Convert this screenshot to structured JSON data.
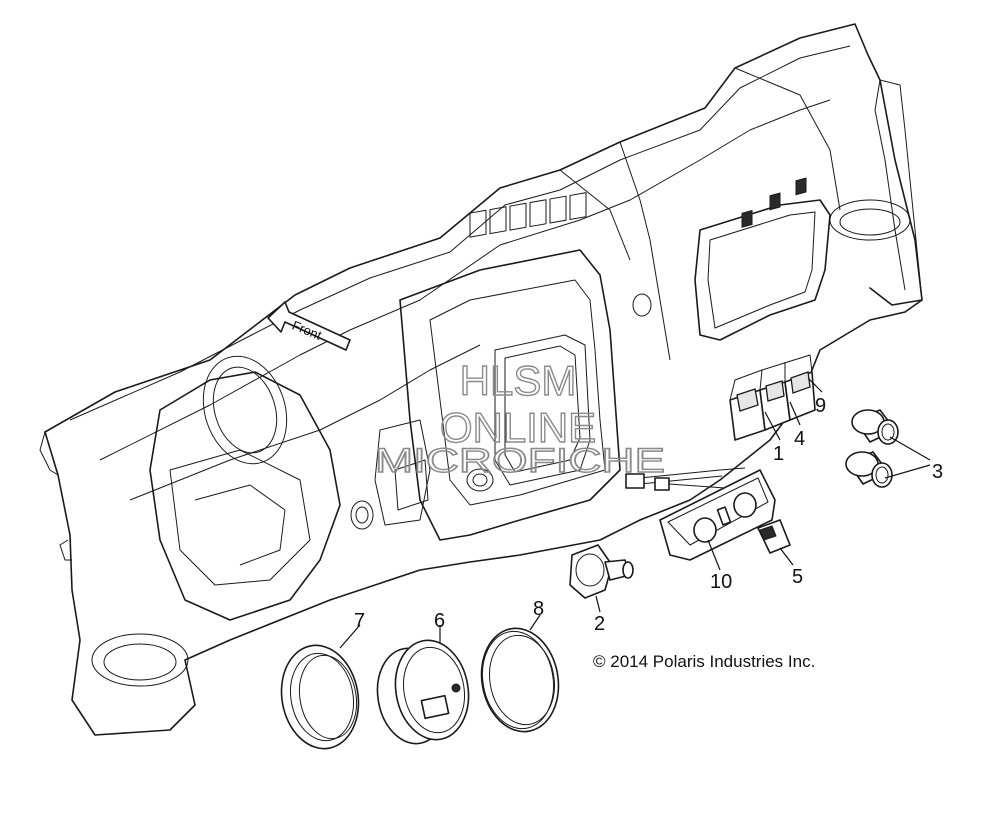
{
  "labels": {
    "front": "Front",
    "callouts": [
      "1",
      "2",
      "3",
      "4",
      "5",
      "6",
      "7",
      "8",
      "9",
      "10"
    ]
  },
  "watermark": {
    "line1": "HLSM",
    "line2": "ONLINE",
    "line3": "MICROFICHE"
  },
  "copyright": "© 2014 Polaris Industries Inc."
}
